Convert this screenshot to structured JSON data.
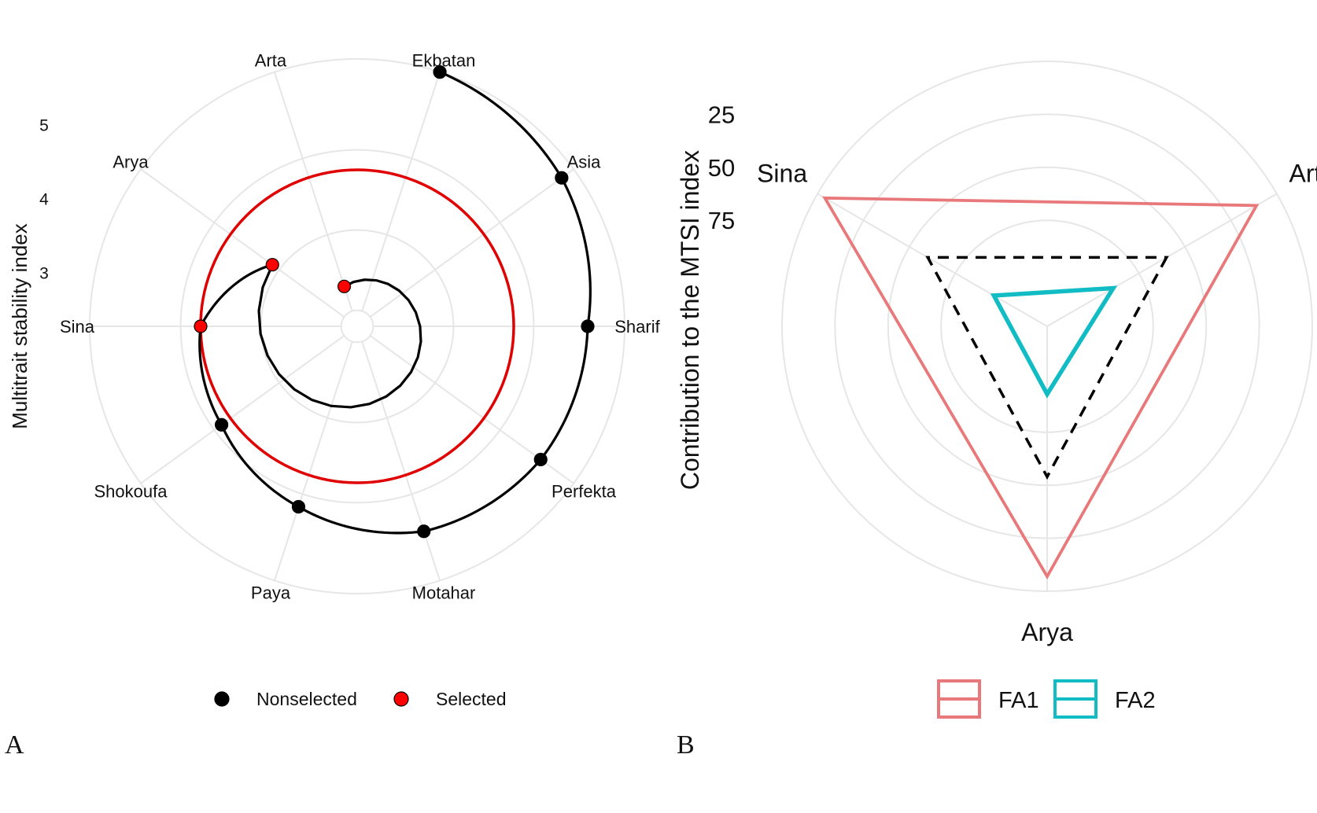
{
  "panel_labels": {
    "a": "A",
    "b": "B"
  },
  "chart_data": [
    {
      "type": "radar-line",
      "panel": "A",
      "ylabel": "Multitrait stability index",
      "radial_ticks": [
        "3",
        "4",
        "5"
      ],
      "radial_tick_values": [
        3,
        4,
        5
      ],
      "r_range": [
        2.5,
        5.9
      ],
      "categories": [
        "Arta",
        "Ekbatan",
        "Asia",
        "Sharif",
        "Perfekta",
        "Motahar",
        "Paya",
        "Shokoufa",
        "Sina",
        "Arya"
      ],
      "points": [
        {
          "genotype": "Arta",
          "value": 2.85,
          "group": "Selected"
        },
        {
          "genotype": "Arya",
          "value": 3.7,
          "group": "Selected"
        },
        {
          "genotype": "Sina",
          "value": 4.4,
          "group": "Selected"
        },
        {
          "genotype": "Shokoufa",
          "value": 4.55,
          "group": "Nonselected"
        },
        {
          "genotype": "Paya",
          "value": 4.85,
          "group": "Nonselected"
        },
        {
          "genotype": "Motahar",
          "value": 5.2,
          "group": "Nonselected"
        },
        {
          "genotype": "Perfekta",
          "value": 5.35,
          "group": "Nonselected"
        },
        {
          "genotype": "Sharif",
          "value": 5.4,
          "group": "Nonselected"
        },
        {
          "genotype": "Asia",
          "value": 5.7,
          "group": "Nonselected"
        },
        {
          "genotype": "Ekbatan",
          "value": 5.9,
          "group": "Nonselected"
        }
      ],
      "cutpoint": 4.4,
      "legend": [
        {
          "label": "Nonselected",
          "color": "#000000"
        },
        {
          "label": "Selected",
          "color": "#ff0000"
        }
      ],
      "legend_position": "bottom",
      "colors": {
        "selected": "#ff0000",
        "nonselected": "#000000",
        "cutpoint": "#e00000",
        "grid": "#e6e6e6"
      }
    },
    {
      "type": "radar",
      "panel": "B",
      "ylabel": "Contribution to the MTSI index",
      "radial_ticks": [
        "25",
        "50",
        "75"
      ],
      "radial_tick_values": [
        25,
        50,
        75
      ],
      "r_range": [
        100,
        0
      ],
      "categories": [
        "Arta",
        "Arya",
        "Sina"
      ],
      "series": [
        {
          "name": "FA1",
          "values": [
            11,
            7,
            4
          ],
          "color": "#e8787a"
        },
        {
          "name": "FA2",
          "values": [
            89,
            93,
            96
          ],
          "color": "#12bcc4"
        }
      ],
      "reference_values": [
        60,
        54,
        60
      ],
      "legend_position": "bottom",
      "colors": {
        "grid": "#e6e6e6",
        "reference": "#000000"
      }
    }
  ]
}
